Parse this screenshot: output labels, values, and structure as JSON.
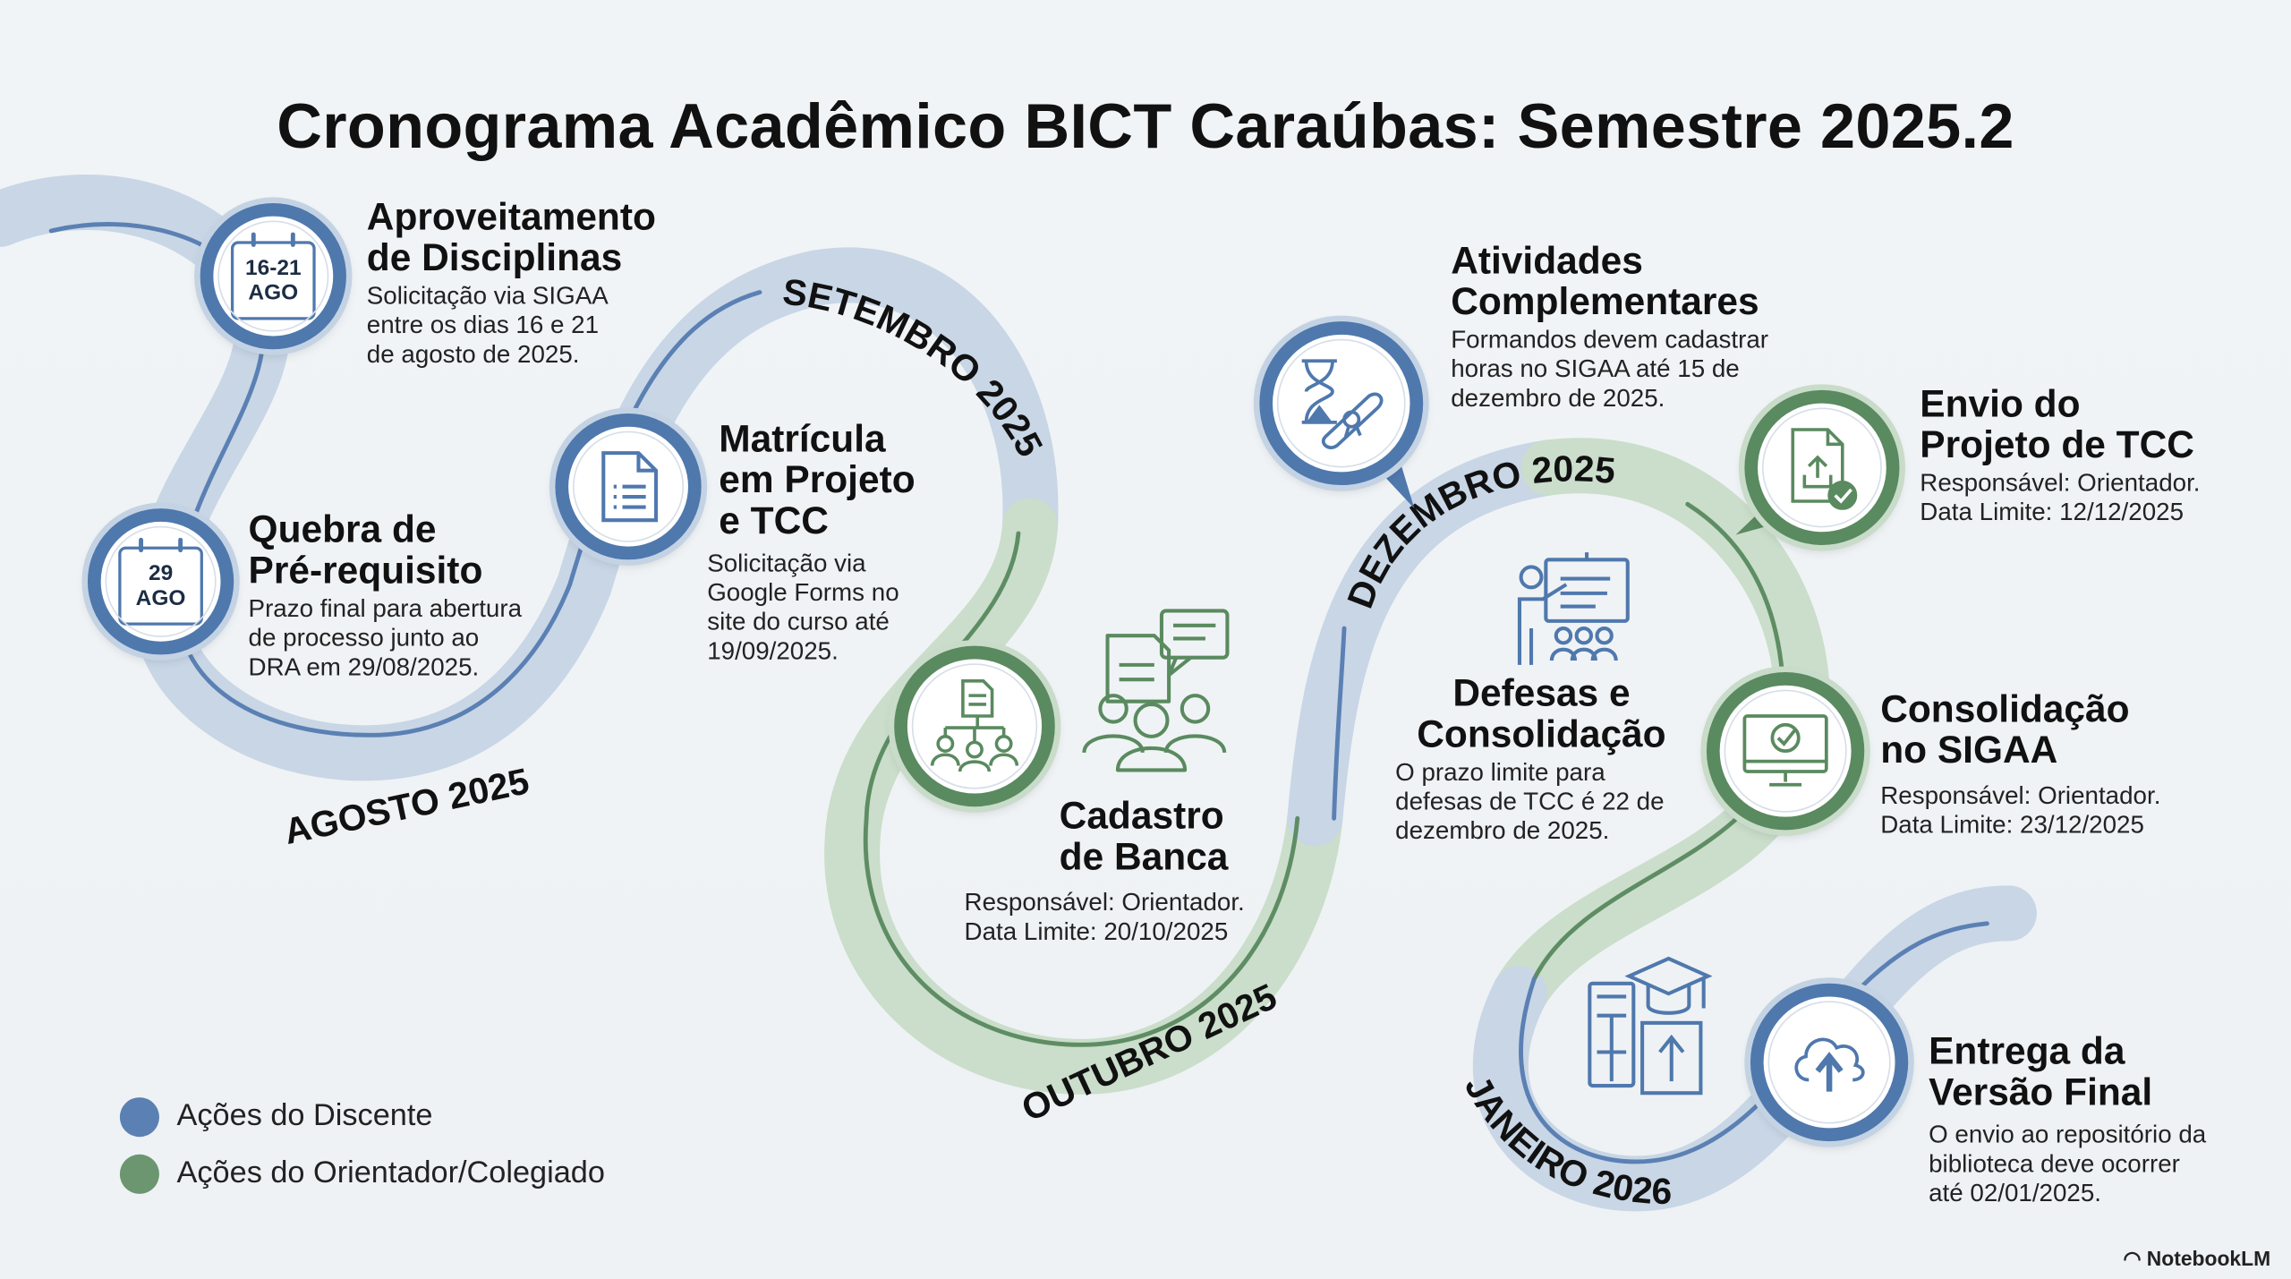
{
  "title": "Cronograma Acadêmico BICT Caraúbas: Semestre 2025.2",
  "colors": {
    "discente": "#4f78ad",
    "orientador": "#5a8a5f",
    "ribbon_blue": "#c4d3e4",
    "ribbon_green": "#c8dcc9"
  },
  "months": {
    "agosto": "AGOSTO 2025",
    "setembro": "SETEMBRO 2025",
    "outubro": "OUTUBRO 2025",
    "dezembro": "DEZEMBRO 2025",
    "janeiro": "JANEIRO 2026"
  },
  "events": {
    "aproveitamento": {
      "title_1": "Aproveitamento",
      "title_2": "de Disciplinas",
      "body": [
        "Solicitação via SIGAA",
        "entre os dias 16 e 21",
        "de agosto de 2025."
      ],
      "icon_day": "16-21",
      "icon_month": "AGO",
      "icon": "calendar-icon"
    },
    "quebra": {
      "title_1": "Quebra de",
      "title_2": "Pré-requisito",
      "body": [
        "Prazo final para abertura",
        "de processo junto ao",
        "DRA em 29/08/2025."
      ],
      "icon_day": "29",
      "icon_month": "AGO",
      "icon": "calendar-icon"
    },
    "matricula": {
      "title_1": "Matrícula",
      "title_2": "em Projeto",
      "title_3": "e TCC",
      "body": [
        "Solicitação via",
        "Google Forms no",
        "site do curso até",
        "19/09/2025."
      ],
      "icon": "document-icon"
    },
    "banca": {
      "title_1": "Cadastro",
      "title_2": "de Banca",
      "body": [
        "Responsável: Orientador.",
        "Data Limite: 20/10/2025"
      ],
      "icon": "org-chart-icon"
    },
    "atividades": {
      "title_1": "Atividades",
      "title_2": "Complementares",
      "body": [
        "Formandos devem cadastrar",
        "horas no SIGAA até 15 de",
        "dezembro de 2025."
      ],
      "icon": "hourglass-diploma-icon"
    },
    "envio": {
      "title_1": "Envio do",
      "title_2": "Projeto de TCC",
      "body": [
        "Responsável: Orientador.",
        "Data Limite: 12/12/2025"
      ],
      "icon": "file-upload-icon"
    },
    "defesas": {
      "title_1": "Defesas e",
      "title_2": "Consolidação",
      "body": [
        "O prazo limite para",
        "defesas de TCC é 22 de",
        "dezembro de 2025."
      ],
      "icon": "presentation-icon"
    },
    "consolidacao": {
      "title_1": "Consolidação",
      "title_2": "no SIGAA",
      "body": [
        "Responsável: Orientador.",
        "Data Limite: 23/12/2025"
      ],
      "icon": "monitor-check-icon"
    },
    "entrega": {
      "title_1": "Entrega da",
      "title_2": "Versão Final",
      "body": [
        "O envio ao repositório da",
        "biblioteca deve ocorrer",
        "até 02/01/2025."
      ],
      "icon": "cloud-upload-icon"
    }
  },
  "legend": [
    {
      "label": "Ações do Discente",
      "color": "#4f78ad"
    },
    {
      "label": "Ações do Orientador/Colegiado",
      "color": "#5a8a5f"
    }
  ],
  "brand": "NotebookLM"
}
